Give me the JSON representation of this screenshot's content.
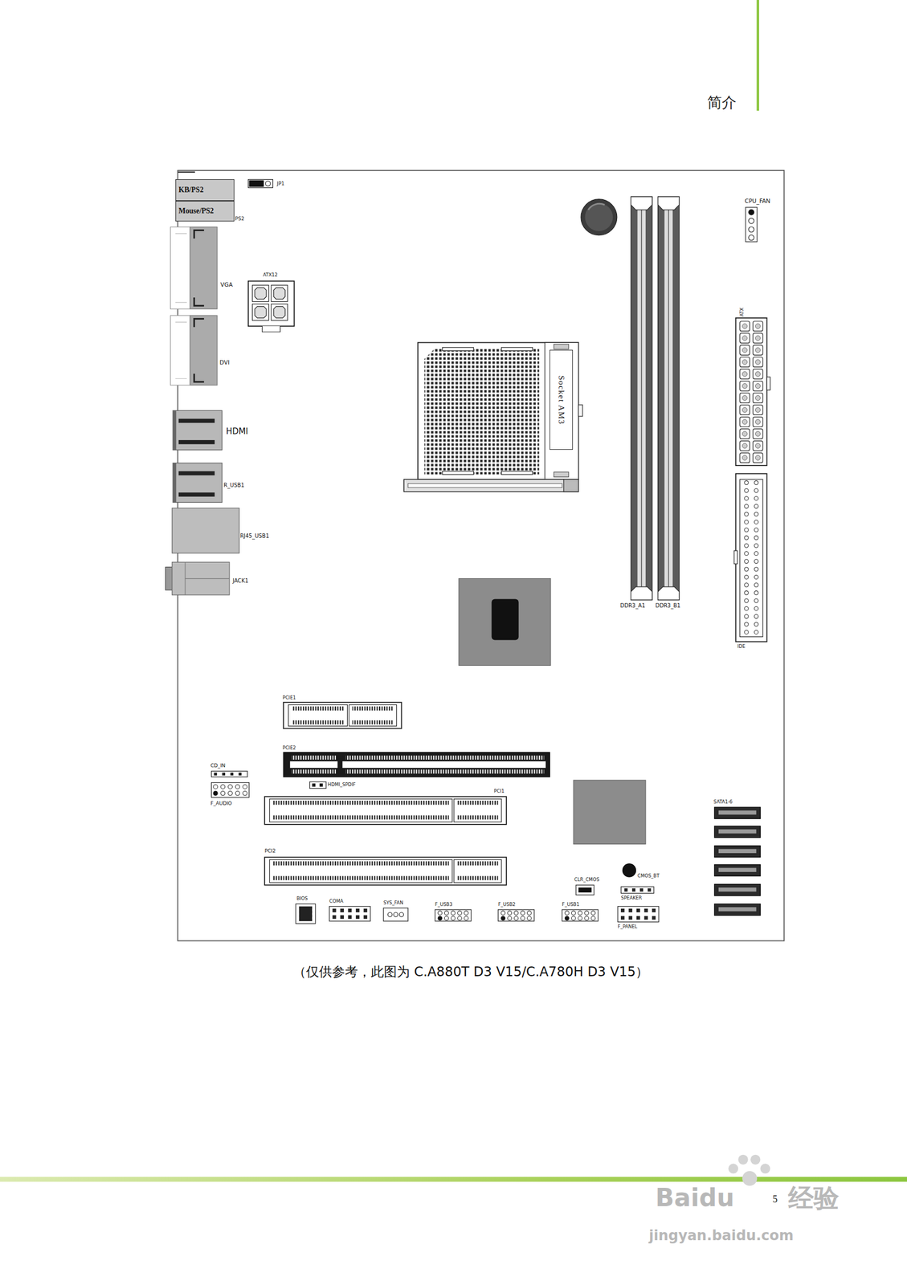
{
  "diagram": {
    "title": "简介",
    "caption": "（仅供参考，此图为 C.A880T D3 V15/C.A780H D3 V15）",
    "nodes": [
      {
        "text": [
          "KB/PS2"
        ]
      },
      {
        "text": [
          "Mouse/PS2"
        ]
      },
      {
        "text": [
          "Socket AM3"
        ]
      }
    ],
    "labels": [
      "JP1",
      "PS2",
      "ATX12",
      "VGA",
      "DVI",
      "HDMI",
      "R_USB1",
      "RJ45_USB1",
      "JACK1",
      "CPU_FAN",
      "ATX",
      "DDR3_A1",
      "DDR3_B1",
      "IDE",
      "PCIE1",
      "PCIE2",
      "CD_IN",
      "HDMI_SPDIF",
      "F_AUDIO",
      "PCI1",
      "SATA1-6",
      "PCI2",
      "CLR_CMOS",
      "CMOS_BT",
      "SPEAKER",
      "BIOS",
      "COMA",
      "SYS_FAN",
      "F_USB3",
      "F_USB2",
      "F_USB1",
      "F_PANEL",
      "5",
      "Baidu",
      "经验",
      "jingyan.baidu.com"
    ]
  }
}
